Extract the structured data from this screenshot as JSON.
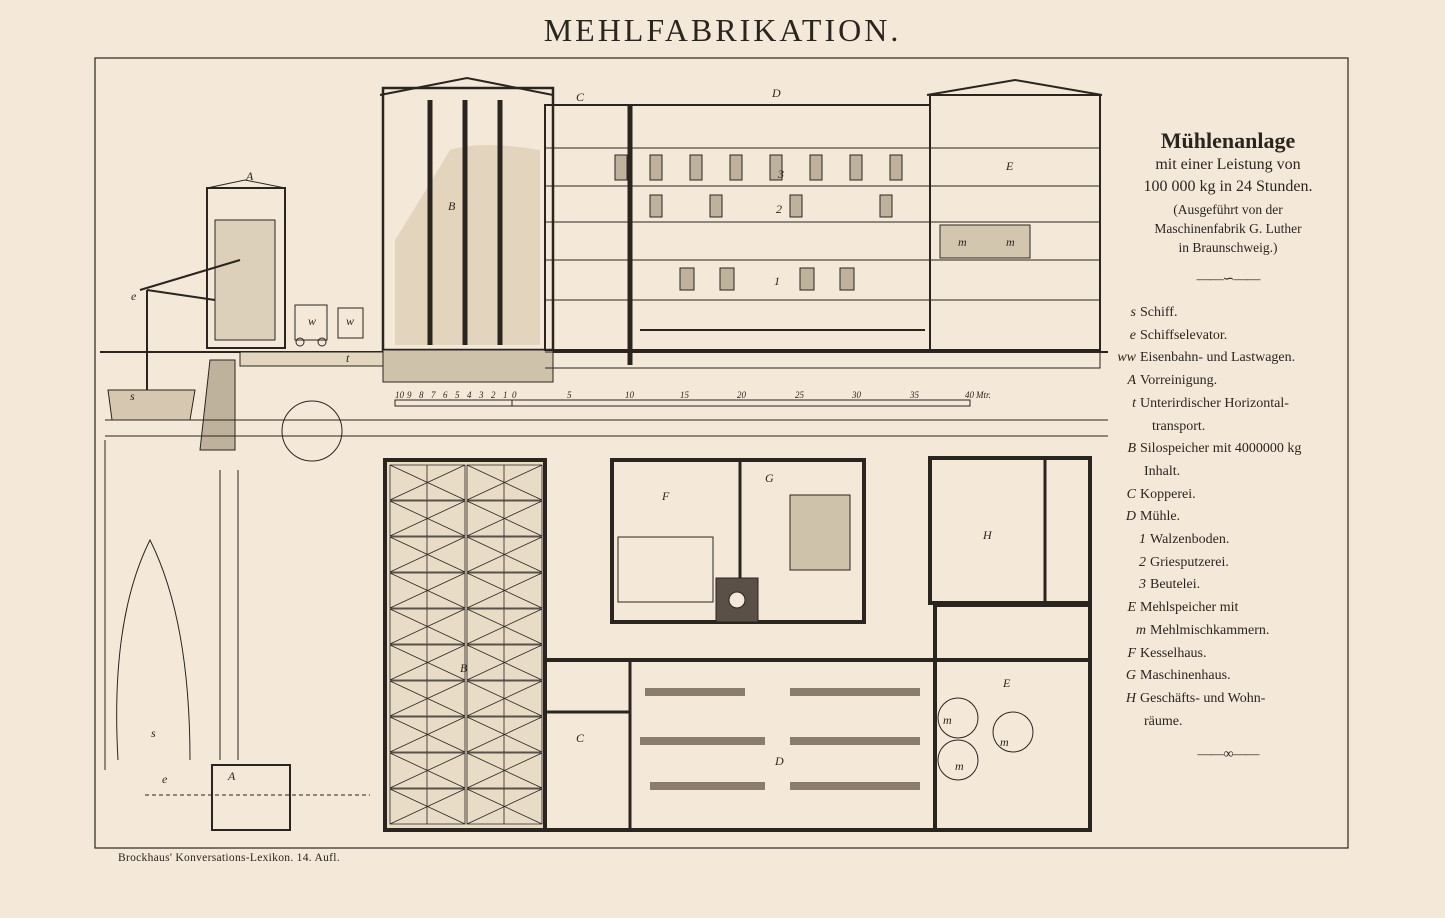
{
  "title": "MEHLFABRIKATION.",
  "legend": {
    "heading": "Mühlenanlage",
    "subtitle_1": "mit einer Leistung von",
    "subtitle_2": "100 000 kg in 24 Stunden.",
    "note_1": "(Ausgeführt von der",
    "note_2": "Maschinenfabrik G. Luther",
    "note_3": "in Braunschweig.)",
    "items": [
      {
        "key": "s",
        "text": "Schiff."
      },
      {
        "key": "e",
        "text": "Schiffselevator."
      },
      {
        "key": "ww",
        "text": "Eisenbahn- und Lastwagen."
      },
      {
        "key": "A",
        "text": "Vorreinigung."
      },
      {
        "key": "t",
        "text": "Unterirdischer Horizontal-",
        "cont": "transport."
      },
      {
        "key": "B",
        "text": "Silospeicher mit 4000000 kg",
        "cont": "Inhalt."
      },
      {
        "key": "C",
        "text": "Kopperei."
      },
      {
        "key": "D",
        "text": "Mühle."
      },
      {
        "key": "1",
        "text": "Walzenboden."
      },
      {
        "key": "2",
        "text": "Griesputzerei."
      },
      {
        "key": "3",
        "text": "Beutelei."
      },
      {
        "key": "E",
        "text": "Mehlspeicher mit"
      },
      {
        "key": "m",
        "text": "Mehlmischkammern."
      },
      {
        "key": "F",
        "text": "Kesselhaus."
      },
      {
        "key": "G",
        "text": "Maschinenhaus."
      },
      {
        "key": "H",
        "text": "Geschäfts- und Wohn-",
        "cont": "räume."
      }
    ]
  },
  "scale": {
    "ticks": [
      "10",
      "9",
      "8",
      "7",
      "6",
      "5",
      "4",
      "3",
      "2",
      "1",
      "0",
      "5",
      "10",
      "15",
      "20",
      "25",
      "30",
      "35",
      "40"
    ],
    "unit": "Mtr."
  },
  "diagram_labels": {
    "section": {
      "A": "A",
      "B": "B",
      "C": "C",
      "D": "D",
      "E": "E",
      "e": "e",
      "s": "s",
      "t": "t",
      "w1": "w",
      "w2": "w",
      "f1": "1",
      "f2": "2",
      "f3": "3",
      "m1": "m",
      "m2": "m"
    },
    "plan": {
      "B": "B",
      "C": "C",
      "D": "D",
      "E": "E",
      "F": "F",
      "G": "G",
      "H": "H",
      "A": "A",
      "e": "e",
      "s": "s",
      "m1": "m",
      "m2": "m",
      "m3": "m"
    }
  },
  "footer": "Brockhaus' Konversations-Lexikon.  14. Aufl."
}
